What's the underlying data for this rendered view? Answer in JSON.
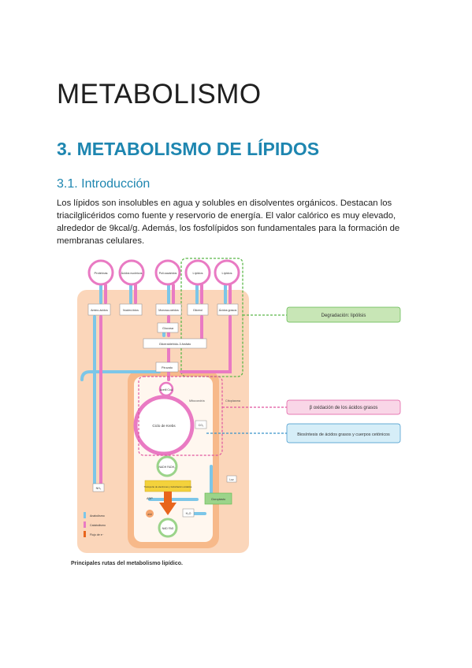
{
  "page": {
    "title": "METABOLISMO",
    "section": "3. METABOLISMO DE LÍPIDOS",
    "subsection": "3.1. Introducción",
    "intro_text": "Los lípidos son insolubles en agua y solubles en disolventes orgánicos. Destacan los triacilglicéridos como fuente y reservorio de energía.  El valor calórico es muy elevado, alrededor de 9kcal/g. Además, los fosfolípidos son fundamentales para la formación de membranas celulares."
  },
  "diagram": {
    "top_nodes": [
      "Proteínas",
      "Ácidos nucleicos",
      "Poli-sacáridos",
      "Lípidos",
      "Lípidos"
    ],
    "monomers": [
      "Amino-ácidos",
      "Nucleó-tidos",
      "Monosa-cáridos",
      "Glicerol",
      "Ácidos grasos"
    ],
    "glucosa": "Glucosa",
    "g3p": "Gliceraldehído-3-fosfato",
    "piruvato": "Piruvato",
    "acetil_coa": "Acetil CoA",
    "mitocondria": "Mitocondria",
    "citoplasma": "Citoplasma",
    "ciclo_krebs": "Ciclo de Krebs",
    "co2": "CO₂",
    "nadh": "NADH FADH₂",
    "transporte": "Transporte de electrones y fosforilación oxidativa",
    "adp": "ADP",
    "atp": "ATP",
    "nad": "NAD FAD",
    "h2o": "H₂O",
    "nh3": "NH₃",
    "cloroplasto": "Cloroplasto",
    "luz": "Luz",
    "legend": [
      "Anabolismo",
      "Catabolismo",
      "Flujo de e⁻"
    ],
    "callouts": [
      "Degradación: lipólisis",
      "β oxidación de los ácidos grasos",
      "Biosíntesis de ácidos grasos y cuerpos cetónicos"
    ],
    "caption": "Principales rutas del metabolismo lipídico.",
    "colors": {
      "catabolism": "#e97ac3",
      "anabolism": "#7cc6e8",
      "cell_bg": "#fbd5b8",
      "electron_flow": "#e8651c",
      "green_dashed": "#5cb84a",
      "pink_dashed": "#e0559f",
      "blue_dashed": "#3a93c9"
    }
  }
}
